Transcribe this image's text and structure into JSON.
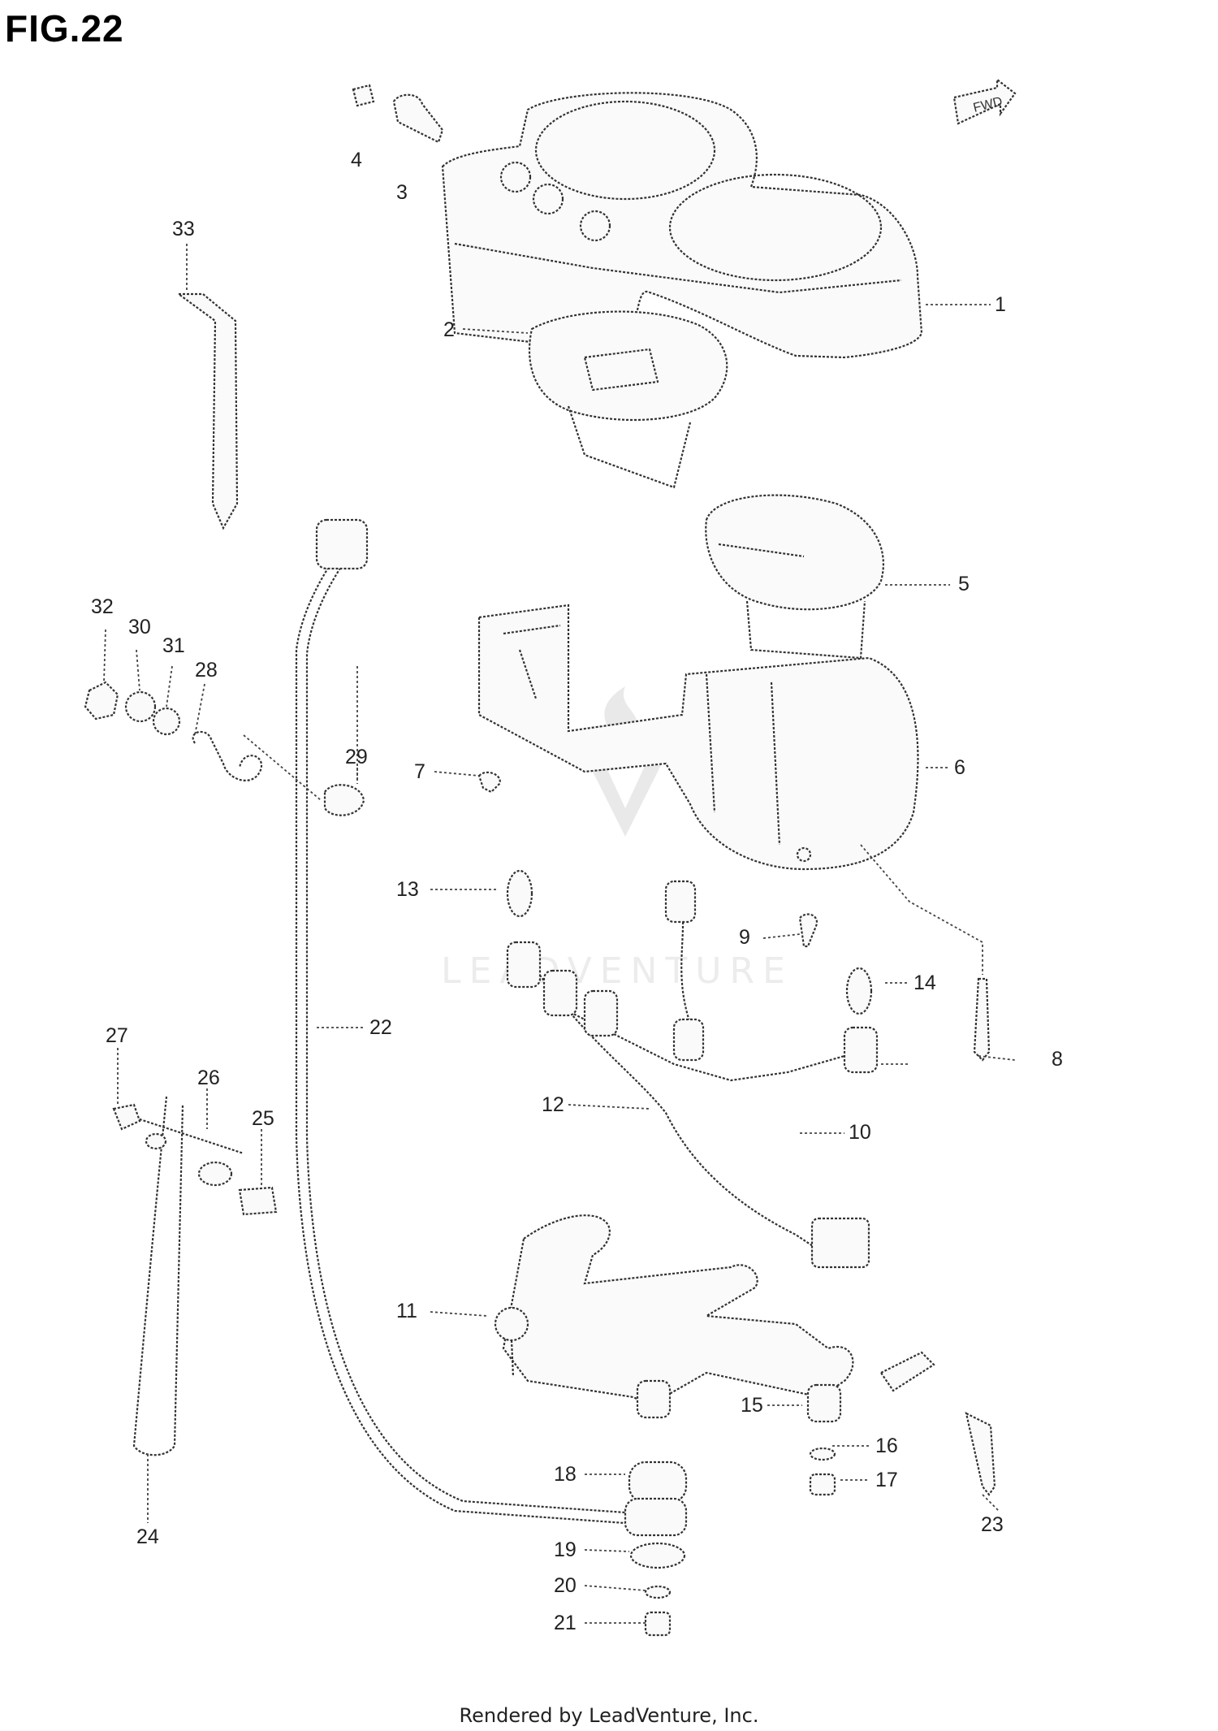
{
  "figure": {
    "title": "FIG.22"
  },
  "fwd_badge": "FWD",
  "watermark": "LEADVENTURE",
  "footer": "Rendered by LeadVenture, Inc.",
  "callouts": [
    "1",
    "2",
    "3",
    "4",
    "5",
    "6",
    "7",
    "8",
    "9",
    "10",
    "11",
    "12",
    "13",
    "14",
    "15",
    "16",
    "17",
    "18",
    "19",
    "20",
    "21",
    "22",
    "23",
    "24",
    "25",
    "26",
    "27",
    "28",
    "29",
    "30",
    "31",
    "32",
    "33"
  ]
}
